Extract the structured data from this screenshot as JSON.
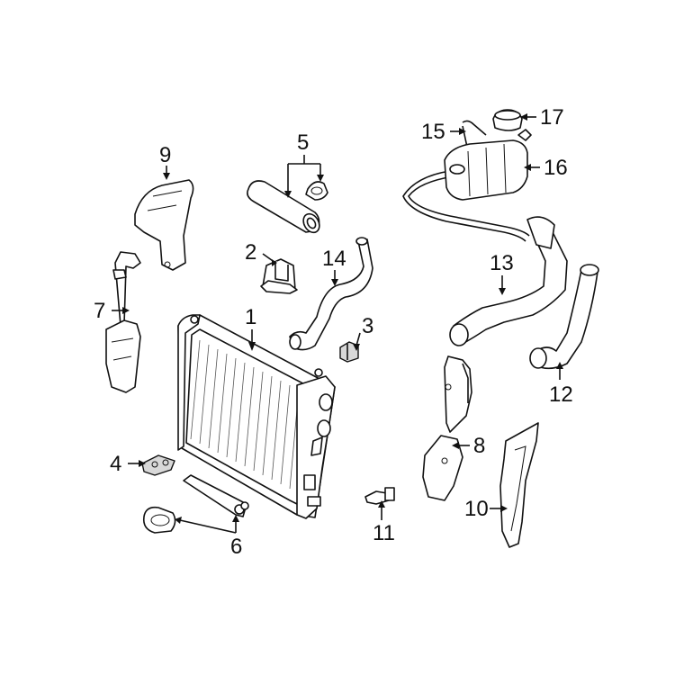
{
  "callouts": {
    "c1": "1",
    "c2": "2",
    "c3": "3",
    "c4": "4",
    "c5": "5",
    "c6": "6",
    "c7": "7",
    "c8": "8",
    "c9": "9",
    "c10": "10",
    "c11": "11",
    "c12": "12",
    "c13": "13",
    "c14": "14",
    "c15": "15",
    "c16": "16",
    "c17": "17"
  },
  "parts": {
    "radiator": "radiator",
    "mount_bracket": "radiator-mount-bracket",
    "sensor": "sensor",
    "bracket_plate": "bracket-plate",
    "upper_hose": "upper-hose",
    "gasket": "gasket",
    "lower_seal_ring": "seal-ring",
    "lower_seal_strip": "seal-strip",
    "left_air_guide": "left-air-guide",
    "right_air_guide": "right-air-guide",
    "upper_air_deflector": "upper-air-deflector",
    "side_deflector": "side-deflector",
    "drain_plug": "drain-plug",
    "lower_hose": "lower-hose",
    "coolant_hose": "coolant-hose",
    "bypass_hose": "bypass-hose",
    "vent_line": "vent-line",
    "reservoir": "coolant-reservoir",
    "reservoir_cap": "reservoir-cap"
  }
}
